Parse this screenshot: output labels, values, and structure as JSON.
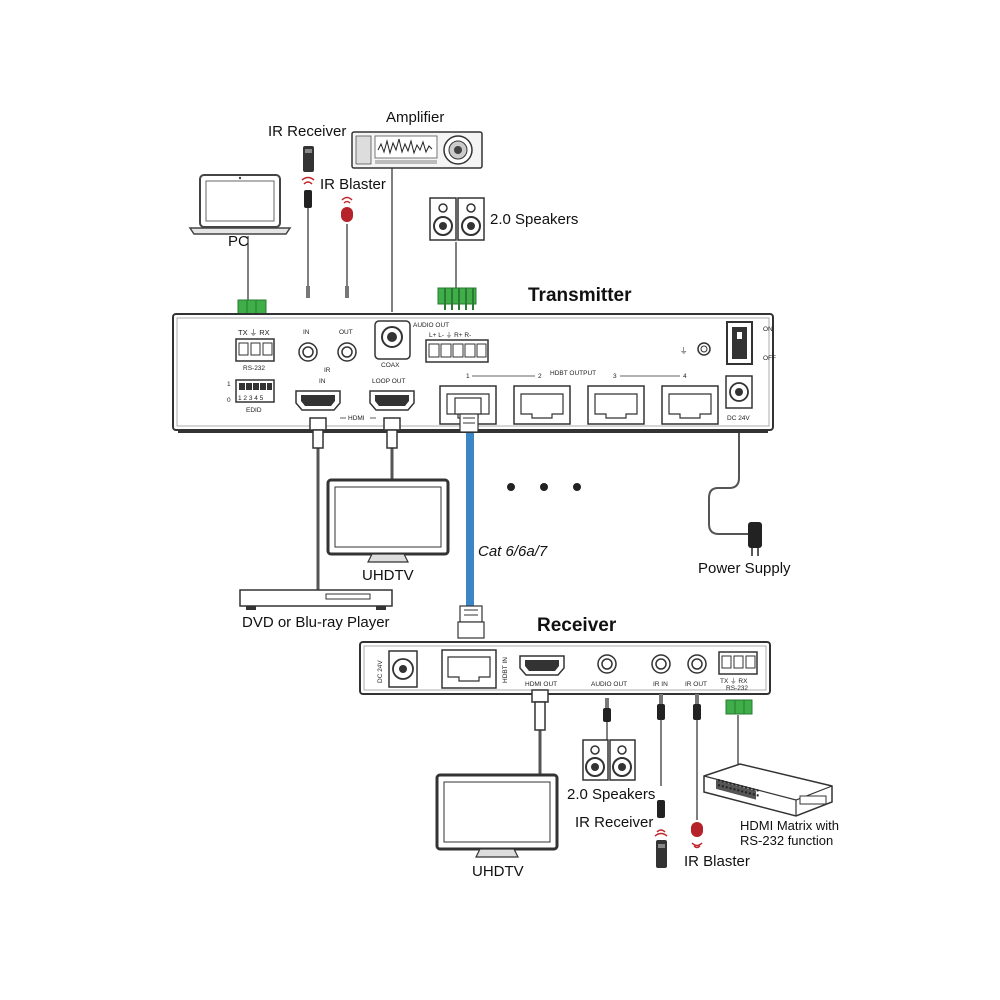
{
  "labels": {
    "pc": "PC",
    "ir_receiver_top": "IR Receiver",
    "ir_blaster_top": "IR Blaster",
    "amplifier": "Amplifier",
    "speakers_top": "2.0 Speakers",
    "transmitter": "Transmitter",
    "uhdtv_top": "UHDTV",
    "dvd_player": "DVD or Blu-ray Player",
    "cable_type": "Cat 6/6a/7",
    "power_supply": "Power Supply",
    "receiver": "Receiver",
    "speakers_bottom": "2.0 Speakers",
    "ir_receiver_bottom": "IR Receiver",
    "ir_blaster_bottom": "IR Blaster",
    "uhdtv_bottom": "UHDTV",
    "hdmi_matrix_line1": "HDMI Matrix with",
    "hdmi_matrix_line2": "RS-232 function"
  },
  "transmitter_panel": {
    "rs232_pins": "TX  ⏚  RX",
    "rs232": "RS-232",
    "edid_1": "1",
    "edid_0": "0",
    "edid_nums": "1 2 3 4 5",
    "edid": "EDID",
    "ir_in": "IN",
    "ir_out": "OUT",
    "ir": "IR",
    "audio_out": "AUDIO OUT",
    "audio_pins": "L+  L-  ⏚  R+  R-",
    "coax": "COAX",
    "hdmi_in": "IN",
    "hdmi_loop_out": "LOOP OUT",
    "hdmi": "HDMI",
    "hdbt_output": "HDBT OUTPUT",
    "port1": "1",
    "port2": "2",
    "port3": "3",
    "port4": "4",
    "ground": "⏚",
    "on": "ON",
    "off": "OFF",
    "dc": "DC 24V"
  },
  "receiver_panel": {
    "dc": "DC 24V",
    "hdbt_in": "HDBT IN",
    "hdmi_out": "HDMI OUT",
    "audio_out": "AUDIO OUT",
    "ir_in": "IR IN",
    "ir_out": "IR OUT",
    "rs232_pins": "TX  ⏚  RX",
    "rs232": "RS-232"
  },
  "colors": {
    "terminal_green": "#3fae49",
    "cat_cable_blue": "#3d86c6",
    "ir_red": "#c0272d"
  }
}
